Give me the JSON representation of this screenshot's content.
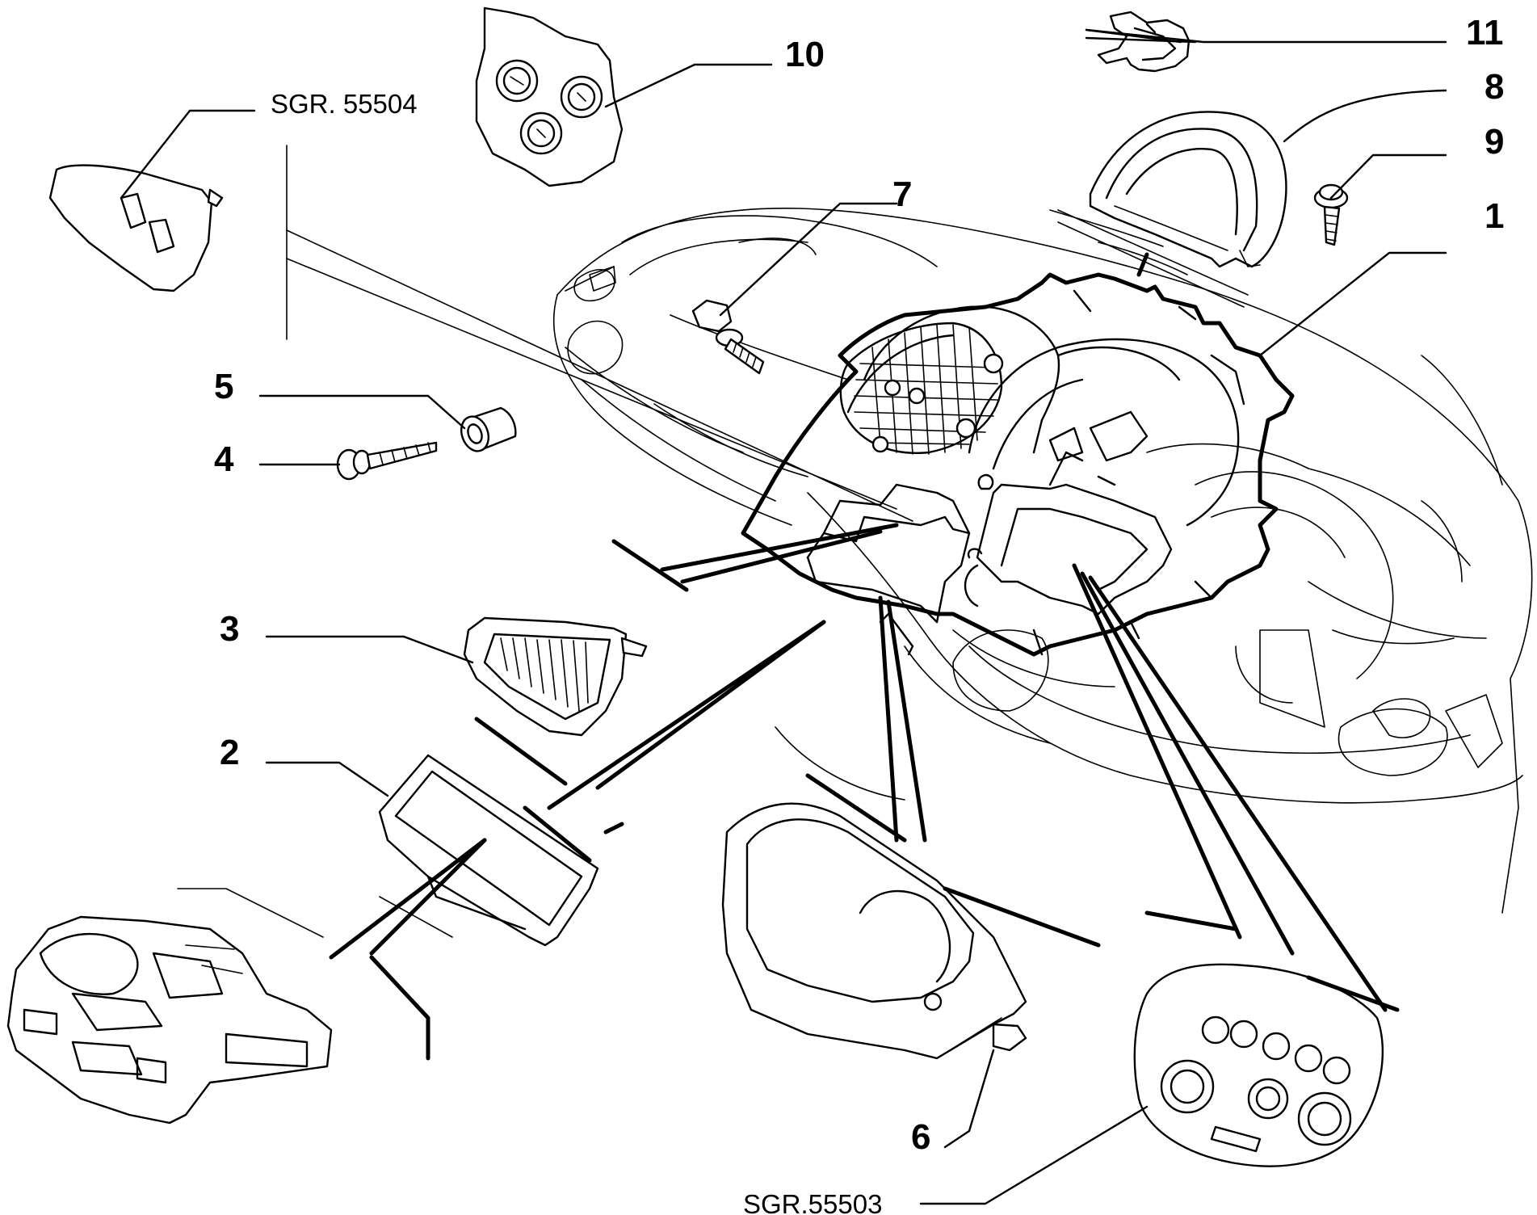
{
  "diagram": {
    "callouts": [
      {
        "id": "1",
        "label": "1"
      },
      {
        "id": "2",
        "label": "2"
      },
      {
        "id": "3",
        "label": "3"
      },
      {
        "id": "4",
        "label": "4"
      },
      {
        "id": "5",
        "label": "5"
      },
      {
        "id": "6",
        "label": "6"
      },
      {
        "id": "7",
        "label": "7"
      },
      {
        "id": "8",
        "label": "8"
      },
      {
        "id": "9",
        "label": "9"
      },
      {
        "id": "10",
        "label": "10"
      },
      {
        "id": "11",
        "label": "11"
      }
    ],
    "references": [
      {
        "id": "sgr-55504",
        "label": "SGR. 55504"
      },
      {
        "id": "sgr-55503",
        "label": "SGR.55503"
      }
    ]
  }
}
